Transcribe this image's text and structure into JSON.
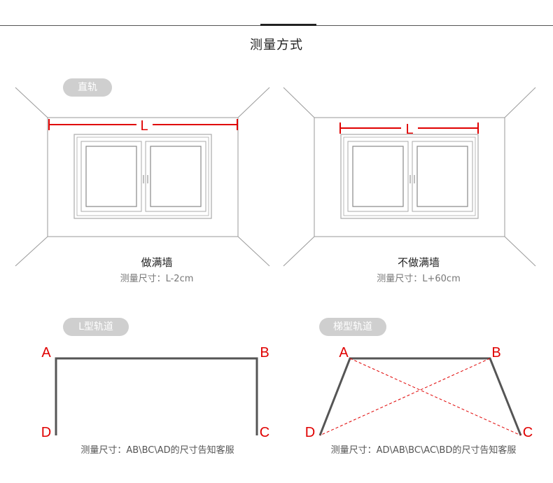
{
  "header": {
    "title": "测量方式"
  },
  "panels": {
    "straight": {
      "tag": "直轨",
      "dimension_letter": "L",
      "caption": "做满墙",
      "measure": "测量尺寸：L-2cm"
    },
    "not_full": {
      "dimension_letter": "L",
      "caption": "不做满墙",
      "measure": "测量尺寸：L+60cm"
    },
    "l_track": {
      "tag": "L型轨道",
      "points": {
        "a": "A",
        "b": "B",
        "c": "C",
        "d": "D"
      },
      "measure": "测量尺寸：AB\\BC\\AD的尺寸告知客服"
    },
    "trapezoid": {
      "tag": "梯型轨道",
      "points": {
        "a": "A",
        "b": "B",
        "c": "C",
        "d": "D"
      },
      "measure": "测量尺寸：AD\\AB\\BC\\AC\\BD的尺寸告知客服"
    }
  },
  "colors": {
    "dimension": "#e00000",
    "track": "#555555",
    "wall": "#9a9a9a",
    "tag_bg": "#cfcfcf"
  }
}
